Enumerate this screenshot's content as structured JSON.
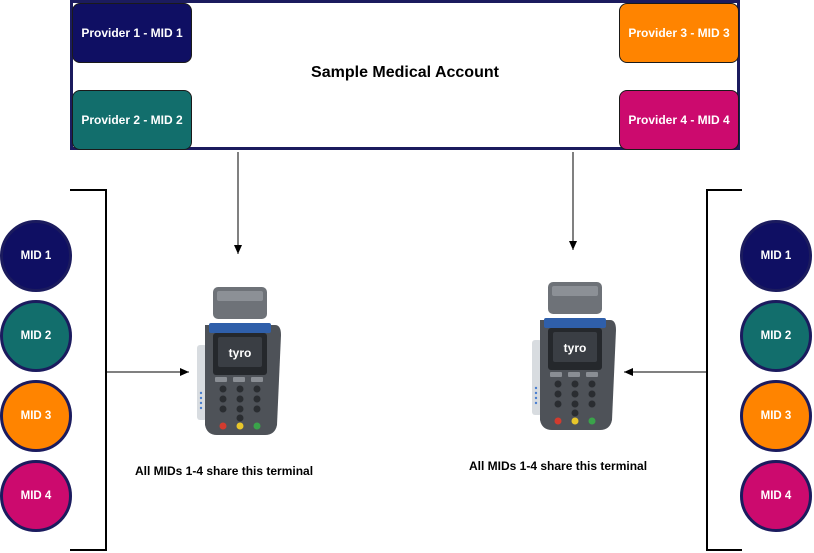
{
  "colors": {
    "navy": "#0f0f63",
    "teal": "#126e6c",
    "orange": "#ff8400",
    "magenta": "#cc0a6e",
    "border": "#1b1b5e"
  },
  "account": {
    "title": "Sample Medical Account"
  },
  "providers": [
    {
      "label": "Provider 1 - MID 1",
      "color": "#0f0f63"
    },
    {
      "label": "Provider 2 - MID 2",
      "color": "#126e6c"
    },
    {
      "label": "Provider 3 - MID 3",
      "color": "#ff8400"
    },
    {
      "label": "Provider 4 - MID 4",
      "color": "#cc0a6e"
    }
  ],
  "left_group": {
    "mids": [
      {
        "label": "MID 1",
        "color": "#0f0f63"
      },
      {
        "label": "MID 2",
        "color": "#126e6c"
      },
      {
        "label": "MID 3",
        "color": "#ff8400"
      },
      {
        "label": "MID 4",
        "color": "#cc0a6e"
      }
    ]
  },
  "right_group": {
    "mids": [
      {
        "label": "MID 1",
        "color": "#0f0f63"
      },
      {
        "label": "MID 2",
        "color": "#126e6c"
      },
      {
        "label": "MID 3",
        "color": "#ff8400"
      },
      {
        "label": "MID 4",
        "color": "#cc0a6e"
      }
    ]
  },
  "terminals": [
    {
      "brand": "tyro",
      "caption": "All MIDs 1-4 share this terminal"
    },
    {
      "brand": "tyro",
      "caption": "All MIDs 1-4 share this terminal"
    }
  ]
}
